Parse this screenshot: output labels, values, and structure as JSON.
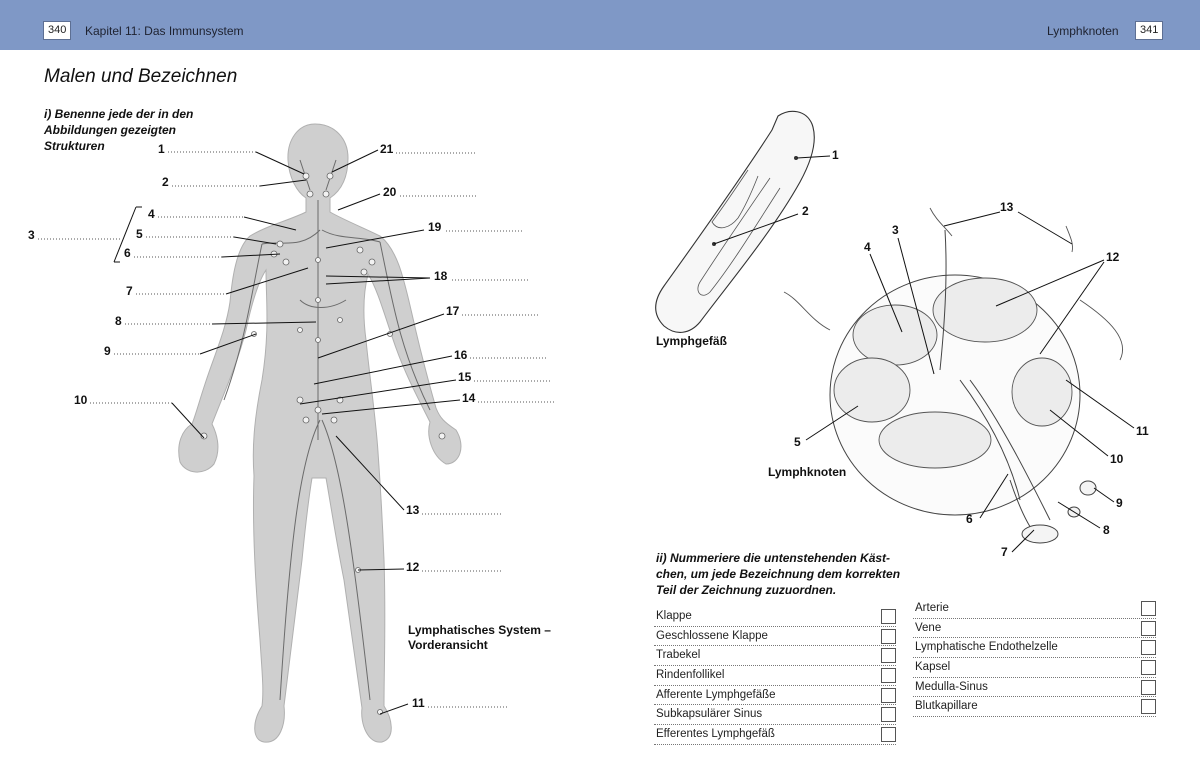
{
  "header": {
    "left_page_number": "340",
    "chapter_title": "Kapitel 11: Das Immunsystem",
    "section_title": "Lymphknoten",
    "right_page_number": "341"
  },
  "main_heading": "Malen und Bezeichnen",
  "instruction_1": [
    "i) Benenne jede der in den",
    "Abbildungen gezeigten",
    "Strukturen"
  ],
  "instruction_2": [
    "ii) Nummeriere die untenstehenden Käst-",
    "chen, um jede Bezeichnung dem korrekten",
    "Teil der Zeichnung zuzuordnen."
  ],
  "body_labels": [
    "1",
    "2",
    "3",
    "4",
    "5",
    "6",
    "7",
    "8",
    "9",
    "10",
    "21",
    "20",
    "19",
    "18",
    "17",
    "16",
    "15",
    "14",
    "13",
    "12",
    "11"
  ],
  "caption_body": [
    "Lymphatisches System –",
    "Vorderansicht"
  ],
  "vessel_labels": [
    "1",
    "2"
  ],
  "caption_vessel": "Lymphgefäß",
  "node_labels": [
    "13",
    "4",
    "3",
    "12",
    "5",
    "11",
    "10",
    "9",
    "8",
    "6",
    "7"
  ],
  "caption_node": "Lymphknoten",
  "checklist_left": [
    "Klappe",
    "Geschlossene Klappe",
    "Trabekel",
    "Rindenfollikel",
    "Afferente Lymphgefäße",
    "Subkapsulärer Sinus",
    "Efferentes Lymphgefäß"
  ],
  "checklist_right": [
    "Arterie",
    "Vene",
    "Lymphatische Endothelzelle",
    "Kapsel",
    "Medulla-Sinus",
    "Blutkapillare"
  ]
}
